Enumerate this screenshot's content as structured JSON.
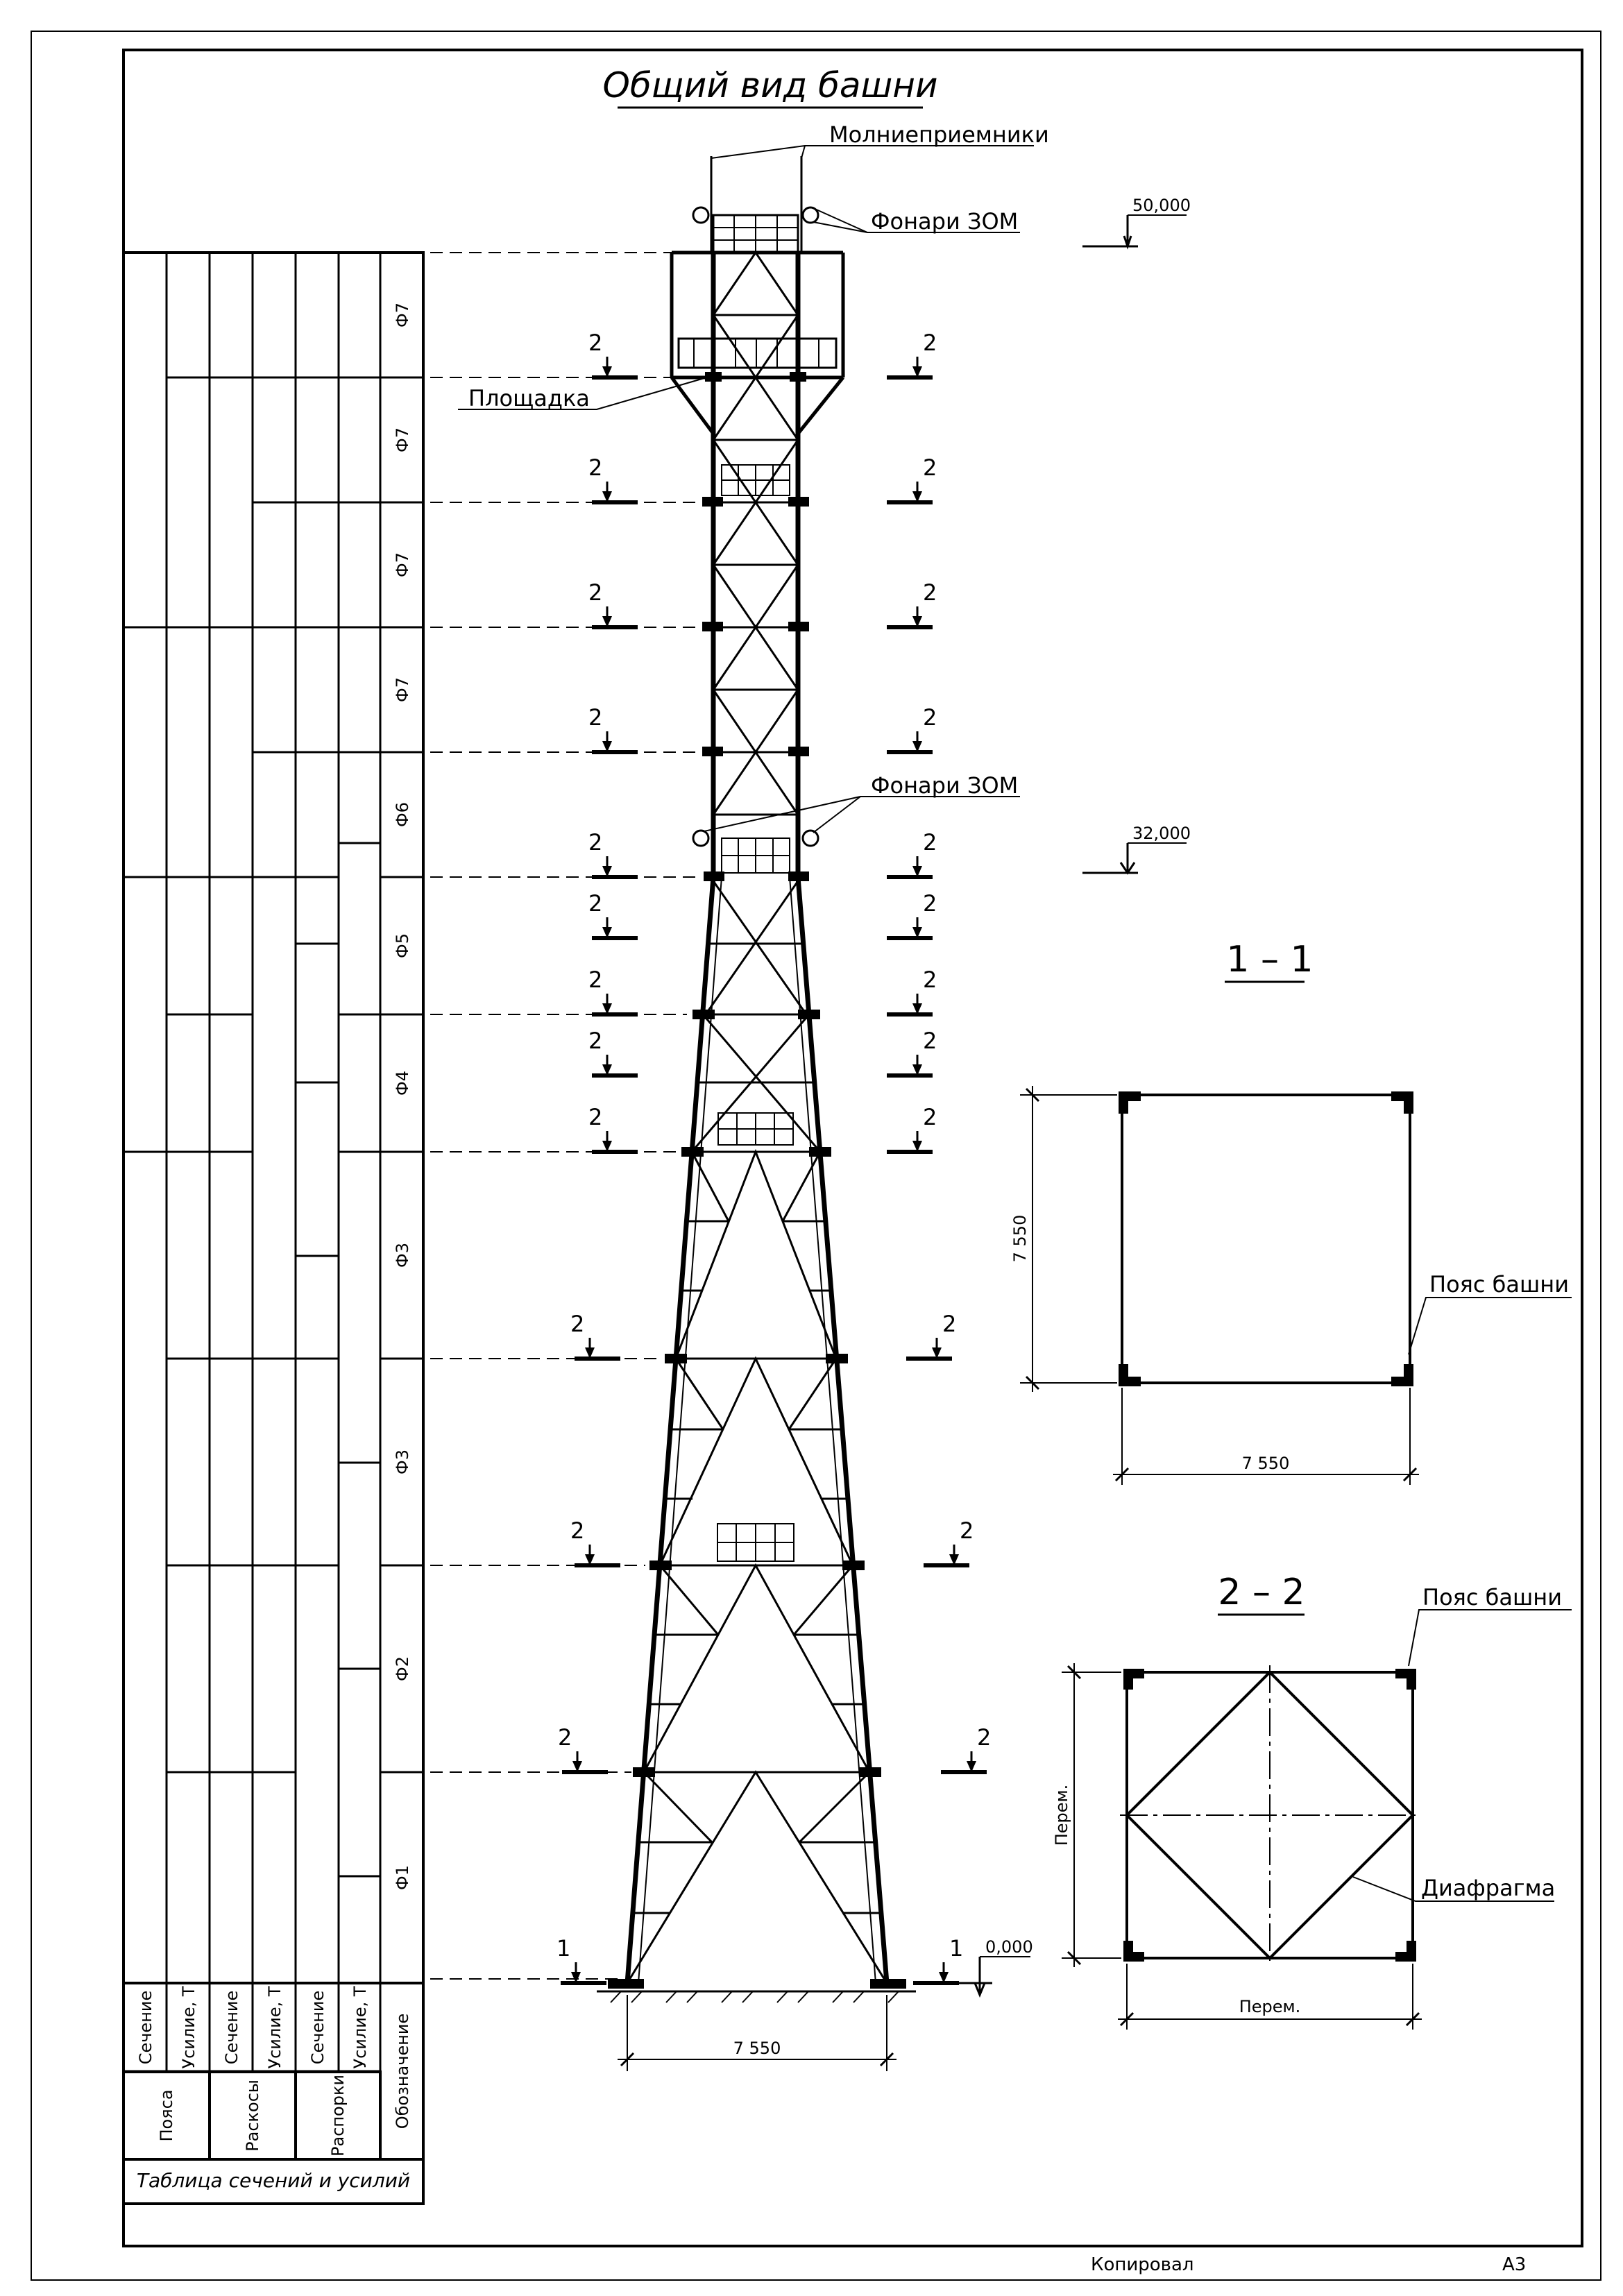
{
  "title": "Общий вид башни",
  "labels": {
    "lightning_rods": "Молниеприемники",
    "lights_top": "Фонари ЗОМ",
    "lights_mid": "Фонари ЗОМ",
    "platform": "Площадка",
    "tower_chord_1": "Пояс башни",
    "tower_chord_2": "Пояс башни",
    "diaphragm": "Диафрагма",
    "copied": "Копировал",
    "format": "А3"
  },
  "elevations": {
    "top": "50,000",
    "mid": "32,000",
    "ground": "0,000"
  },
  "sections": {
    "s1_title": "1 – 1",
    "s2_title": "2 – 2",
    "s1_dim_h": "7 550",
    "s1_dim_v": "7 550",
    "s2_dim_h": "Перем.",
    "s2_dim_v": "Перем.",
    "base_width": "7 550",
    "mark_1": "1",
    "mark_2": "2"
  },
  "table": {
    "caption": "Таблица сечений и усилий",
    "group_chords": "Пояса",
    "group_braces": "Раскосы",
    "group_struts": "Распорки",
    "col_section": "Сечение",
    "col_force": "Усилие, Т",
    "col_designation": "Обозначение",
    "rows": [
      "Ф7",
      "Ф7",
      "Ф7",
      "Ф7",
      "Ф6",
      "Ф5",
      "Ф4",
      "Ф3",
      "Ф3",
      "Ф2",
      "Ф1"
    ]
  }
}
